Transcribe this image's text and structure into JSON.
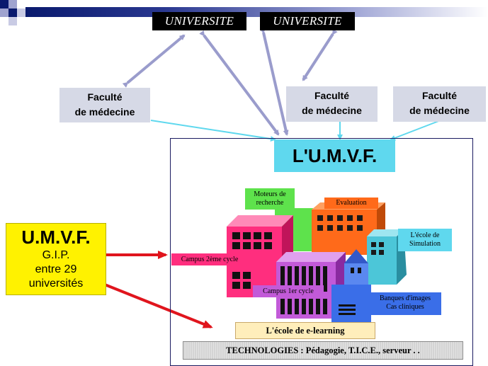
{
  "universities": [
    "UNIVERSITE",
    "UNIVERSITE"
  ],
  "faculties": [
    {
      "line1": "Faculté",
      "line2": "de médecine"
    },
    {
      "line1": "Faculté",
      "line2": "de médecine"
    },
    {
      "line1": "Faculté",
      "line2": "de médecine"
    }
  ],
  "umvf_title": "L'U.M.V.F.",
  "gip": {
    "title": "U.M.V.F.",
    "line1": "G.I.P.",
    "line2": "entre 29",
    "line3": "universités"
  },
  "buildings": {
    "moteurs_line1": "Moteurs de",
    "moteurs_line2": "recherche",
    "evaluation": "Evaluation",
    "simulation_line1": "L'école de",
    "simulation_line2": "Simulation",
    "campus2": "Campus 2ème cycle",
    "campus1": "Campus 1er cycle",
    "banques_line1": "Banques d'images",
    "banques_line2": "Cas cliniques"
  },
  "elearning": "L'école de e-learning",
  "technologies": "TECHNOLOGIES : Pédagogie, T.I.C.E., serveur . .",
  "colors": {
    "university_bg": "#000000",
    "faculty_bg": "#d6d9e6",
    "umvf_bg": "#5fd8ee",
    "gip_bg": "#fff200",
    "link_arrow": "#9a9ccc",
    "cyan_link": "#5fd8ee",
    "red_arrow": "#e0151d"
  }
}
